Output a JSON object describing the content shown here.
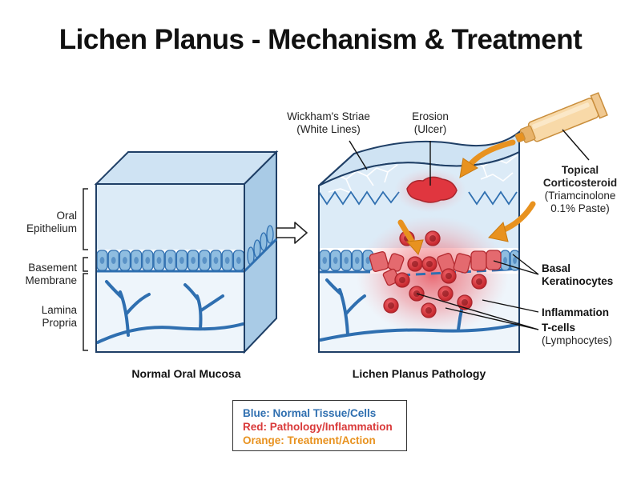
{
  "title": "Lichen Planus - Mechanism & Treatment",
  "left_labels": {
    "oral_epithelium": [
      "Oral",
      "Epithelium"
    ],
    "basement_membrane": [
      "Basement",
      "Membrane"
    ],
    "lamina_propria": [
      "Lamina",
      "Propria"
    ]
  },
  "callouts": {
    "wickhams_striae": [
      "Wickham's Striae",
      "(White Lines)"
    ],
    "erosion": [
      "Erosion",
      "(Ulcer)"
    ],
    "topical_corticosteroid": [
      "Topical",
      "Corticosteroid",
      "(Triamcinolone",
      "0.1% Paste)"
    ],
    "basal_keratinocytes": [
      "Basal",
      "Keratinocytes"
    ],
    "inflammation": "Inflammation",
    "t_cells": [
      "T-cells",
      "(Lymphocytes)"
    ]
  },
  "captions": {
    "normal": "Normal Oral Mucosa",
    "pathology": "Lichen Planus Pathology"
  },
  "legend": {
    "blue": "Blue: Normal Tissue/Cells",
    "red": "Red: Pathology/Inflammation",
    "orange": "Orange: Treatment/Action"
  },
  "colors": {
    "blue": "#2f6fb0",
    "red": "#d93a3a",
    "orange": "#e8921f",
    "tissue_top": "#cfe3f3",
    "tissue_side": "#a9cbe6",
    "cell_fill": "#8fbde0"
  },
  "icons": [
    "transition-arrow-icon",
    "ointment-tube-icon"
  ]
}
